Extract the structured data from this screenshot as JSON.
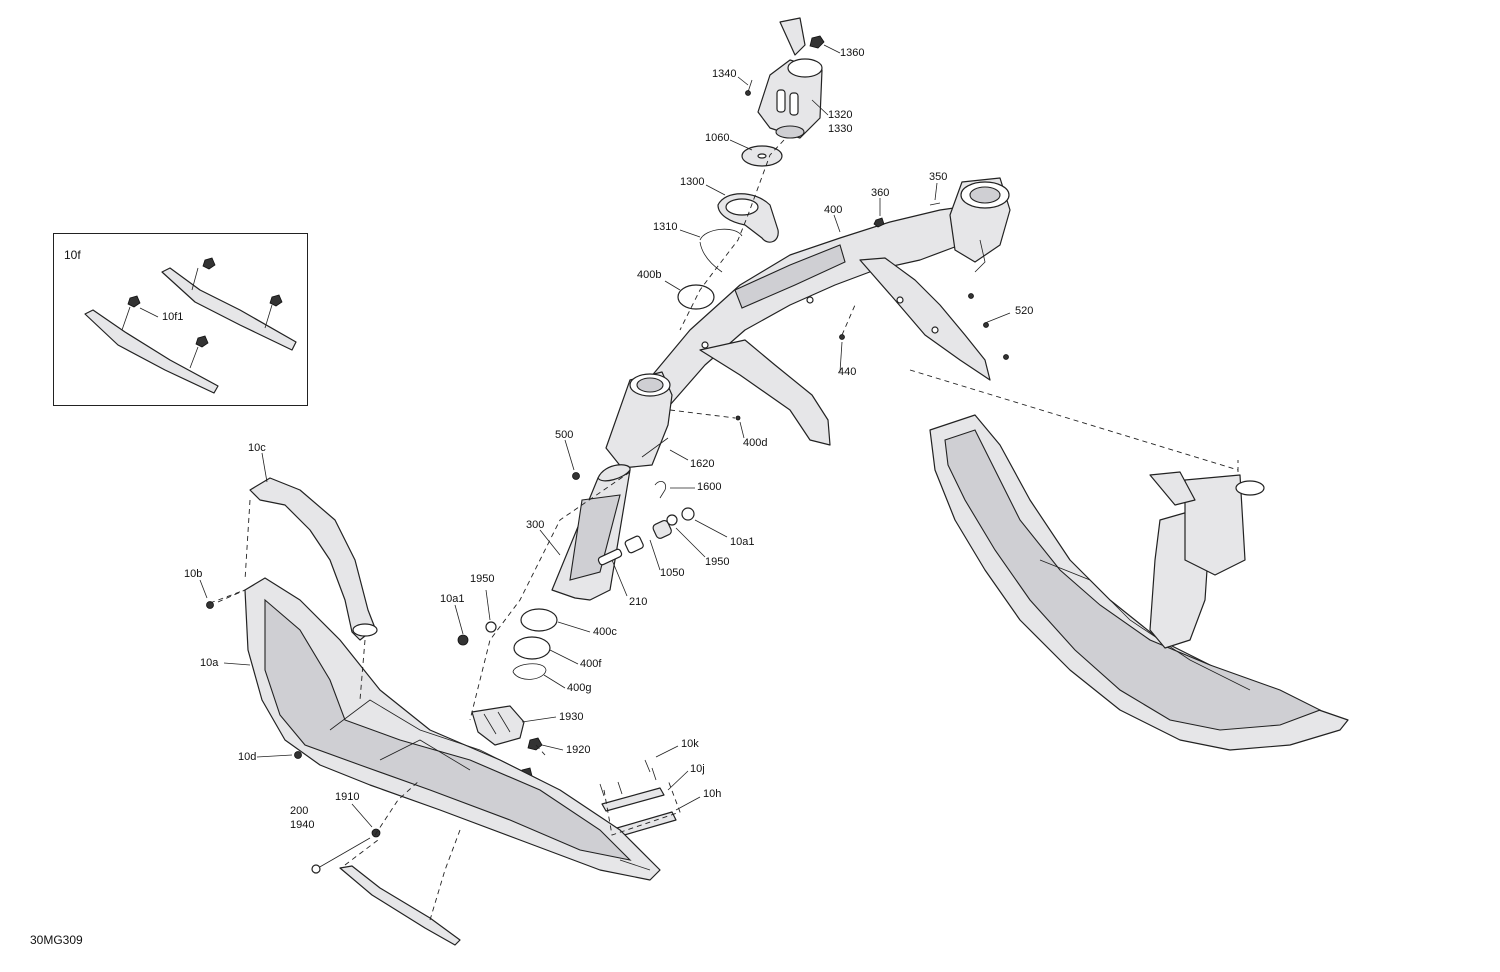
{
  "diagram": {
    "doc_code": "30MG309",
    "inset": {
      "label": "10f",
      "part_label": "10f1"
    },
    "callouts": [
      {
        "id": "1360",
        "text": "1360"
      },
      {
        "id": "1340",
        "text": "1340"
      },
      {
        "id": "1320",
        "text": "1320"
      },
      {
        "id": "1330",
        "text": "1330"
      },
      {
        "id": "1060",
        "text": "1060"
      },
      {
        "id": "1300",
        "text": "1300"
      },
      {
        "id": "1310",
        "text": "1310"
      },
      {
        "id": "400b",
        "text": "400b"
      },
      {
        "id": "400",
        "text": "400"
      },
      {
        "id": "360",
        "text": "360"
      },
      {
        "id": "350",
        "text": "350"
      },
      {
        "id": "520",
        "text": "520"
      },
      {
        "id": "440",
        "text": "440"
      },
      {
        "id": "400d",
        "text": "400d"
      },
      {
        "id": "500",
        "text": "500"
      },
      {
        "id": "1620",
        "text": "1620"
      },
      {
        "id": "1600",
        "text": "1600"
      },
      {
        "id": "300",
        "text": "300"
      },
      {
        "id": "10a1-right",
        "text": "10a1"
      },
      {
        "id": "1950-right",
        "text": "1950"
      },
      {
        "id": "1050",
        "text": "1050"
      },
      {
        "id": "210",
        "text": "210"
      },
      {
        "id": "1950-left",
        "text": "1950"
      },
      {
        "id": "10a1-left",
        "text": "10a1"
      },
      {
        "id": "400c",
        "text": "400c"
      },
      {
        "id": "400f",
        "text": "400f"
      },
      {
        "id": "400g",
        "text": "400g"
      },
      {
        "id": "1930",
        "text": "1930"
      },
      {
        "id": "1920",
        "text": "1920"
      },
      {
        "id": "10k",
        "text": "10k"
      },
      {
        "id": "10j",
        "text": "10j"
      },
      {
        "id": "10h",
        "text": "10h"
      },
      {
        "id": "10c",
        "text": "10c"
      },
      {
        "id": "10b",
        "text": "10b"
      },
      {
        "id": "10a",
        "text": "10a"
      },
      {
        "id": "10d",
        "text": "10d"
      },
      {
        "id": "1910",
        "text": "1910"
      },
      {
        "id": "200",
        "text": "200"
      },
      {
        "id": "1940",
        "text": "1940"
      }
    ]
  }
}
